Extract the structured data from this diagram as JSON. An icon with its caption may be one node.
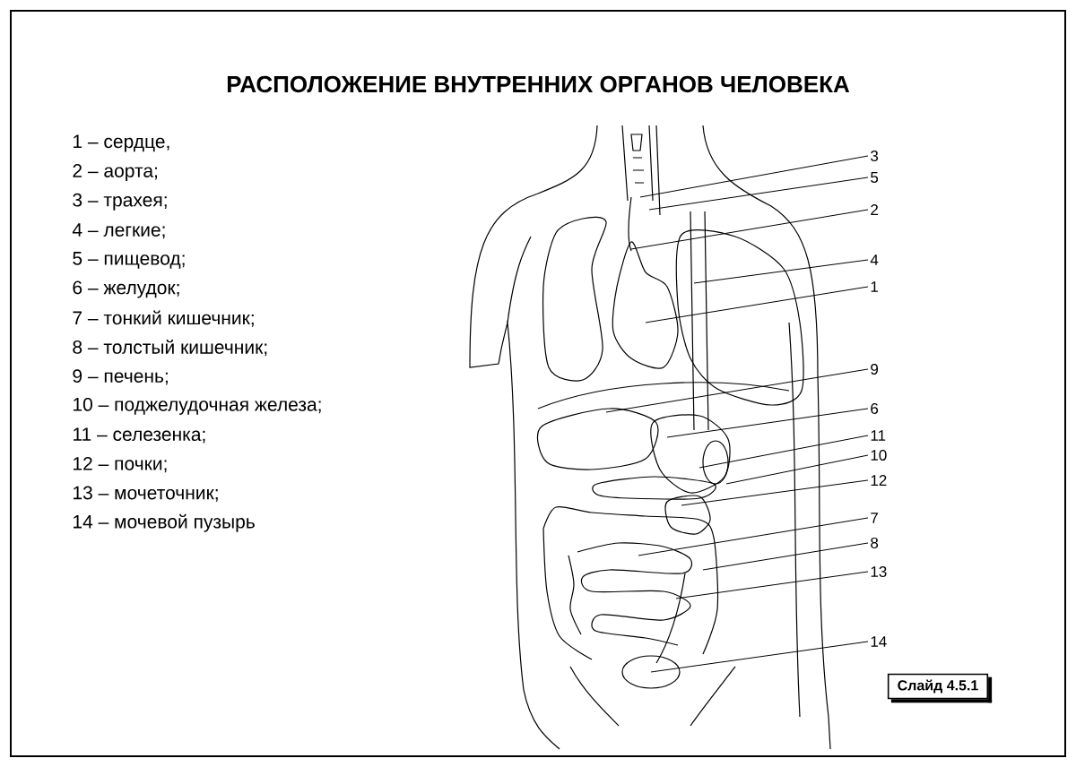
{
  "diagram": {
    "title": "РАСПОЛОЖЕНИЕ ВНУТРЕННИХ ОРГАНОВ ЧЕЛОВЕКА",
    "nodes": [
      {
        "text": [
          "3"
        ]
      },
      {
        "text": [
          "5"
        ]
      },
      {
        "text": [
          "2"
        ]
      },
      {
        "text": [
          "4"
        ]
      },
      {
        "text": [
          "1"
        ]
      },
      {
        "text": [
          "9"
        ]
      },
      {
        "text": [
          "6"
        ]
      },
      {
        "text": [
          "11"
        ]
      },
      {
        "text": [
          "10"
        ]
      },
      {
        "text": [
          "12"
        ]
      },
      {
        "text": [
          "7"
        ]
      },
      {
        "text": [
          "8"
        ]
      },
      {
        "text": [
          "13"
        ]
      },
      {
        "text": [
          "14"
        ]
      },
      {
        "text": [
          "Слайд 4.5.1"
        ]
      }
    ],
    "edges": [
      {
        "from": 0,
        "to": null,
        "arrow": "none"
      },
      {
        "from": 1,
        "to": null,
        "arrow": "none"
      },
      {
        "from": 2,
        "to": null,
        "arrow": "none"
      },
      {
        "from": 3,
        "to": null,
        "arrow": "none"
      },
      {
        "from": 4,
        "to": null,
        "arrow": "none"
      },
      {
        "from": 5,
        "to": null,
        "arrow": "none"
      },
      {
        "from": 6,
        "to": null,
        "arrow": "none"
      },
      {
        "from": 7,
        "to": null,
        "arrow": "none"
      },
      {
        "from": 8,
        "to": null,
        "arrow": "none"
      },
      {
        "from": 9,
        "to": null,
        "arrow": "none"
      },
      {
        "from": 10,
        "to": null,
        "arrow": "none"
      },
      {
        "from": 11,
        "to": null,
        "arrow": "none"
      },
      {
        "from": 12,
        "to": null,
        "arrow": "none"
      },
      {
        "from": 13,
        "to": null,
        "arrow": "none"
      }
    ],
    "labels": [
      "1 – сердце,",
      "2 – аорта;",
      "3 – трахея;",
      "4 – легкие;",
      "5 – пищевод;",
      "6 – желудок;",
      "7 – тонкий кишечник;",
      "8 – толстый кишечник;",
      "9 – печень;",
      "10 – поджелудочная железа;",
      "11 – селезенка;",
      "12 – почки;",
      "13 – мочеточник;",
      "14 – мочевой пузырь"
    ]
  }
}
